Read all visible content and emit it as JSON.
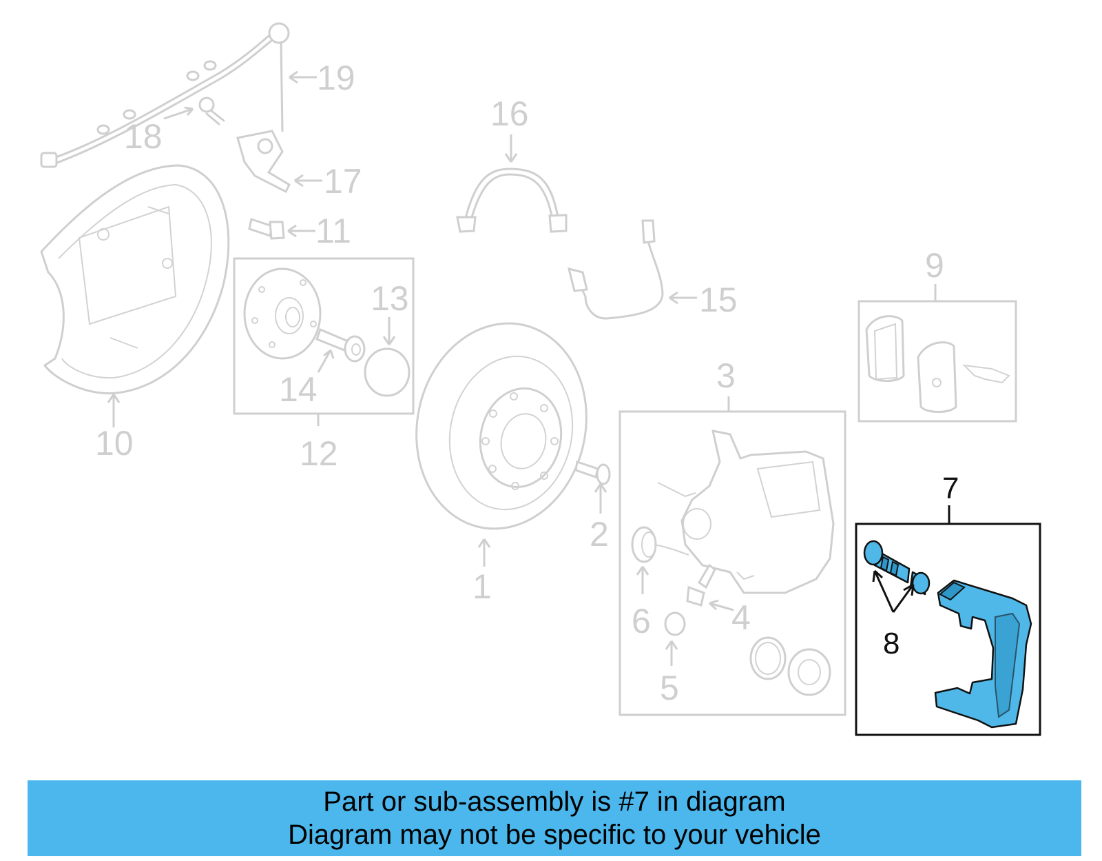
{
  "callouts": {
    "c1": "1",
    "c2": "2",
    "c3": "3",
    "c4": "4",
    "c5": "5",
    "c6": "6",
    "c7": "7",
    "c8": "8",
    "c9": "9",
    "c10": "10",
    "c11": "11",
    "c12": "12",
    "c13": "13",
    "c14": "14",
    "c15": "15",
    "c16": "16",
    "c17": "17",
    "c18": "18",
    "c19": "19"
  },
  "highlight": {
    "part": "7",
    "color": "#4fb8e8"
  },
  "banner": {
    "line1": "Part or sub-assembly is #7 in diagram",
    "line2": "Diagram may not be specific to your vehicle",
    "color": "#4cb7ec"
  }
}
